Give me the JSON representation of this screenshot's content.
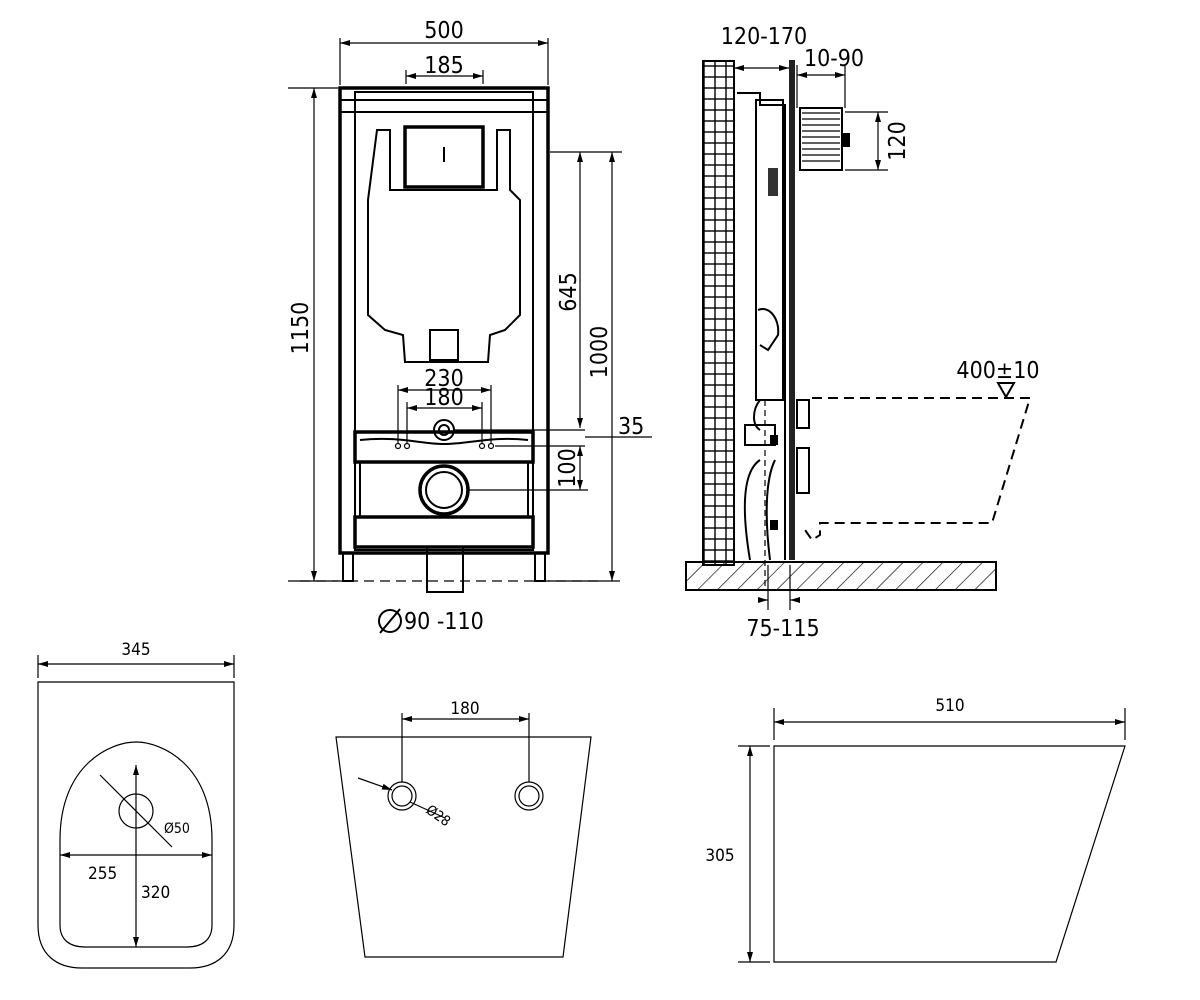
{
  "front_view": {
    "width": "500",
    "bracket_spacing": "185",
    "height_total": "1150",
    "to_waste_center": "645",
    "to_floor": "1000",
    "drain_spacing_outer": "230",
    "drain_spacing_inner": "180",
    "offset_35": "35",
    "offset_100": "100",
    "pipe_diameter": "90 -110"
  },
  "side_view": {
    "wall_depth": "120-170",
    "panel_offset": "10-90",
    "flush_box": "120",
    "bowl_height": "400±10",
    "floor_depth": "75-115"
  },
  "bowl_top_view": {
    "width": "345",
    "hole_diameter": "Ø50",
    "hole_offset": "255",
    "depth": "320"
  },
  "bowl_back_view": {
    "bolt_spacing": "180",
    "bolt_diameter": "Ø28"
  },
  "bowl_side_view": {
    "length": "510",
    "height": "305"
  }
}
